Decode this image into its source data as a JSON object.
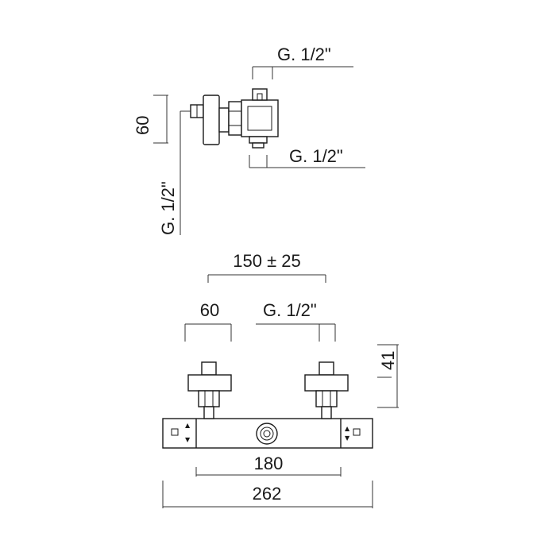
{
  "side_view": {
    "outlet_thread_top": "G. 1/2\"",
    "outlet_thread_bottom": "G. 1/2\"",
    "height": "60",
    "inlet_thread": "G. 1/2\""
  },
  "front_view": {
    "inlet_spacing": "150 ± 25",
    "inlet_height": "60",
    "inlet_thread": "G. 1/2\"",
    "depth": "41",
    "body_length": "180",
    "overall_length": "262"
  },
  "colors": {
    "line": "#1a1a1a",
    "background": "#ffffff"
  }
}
